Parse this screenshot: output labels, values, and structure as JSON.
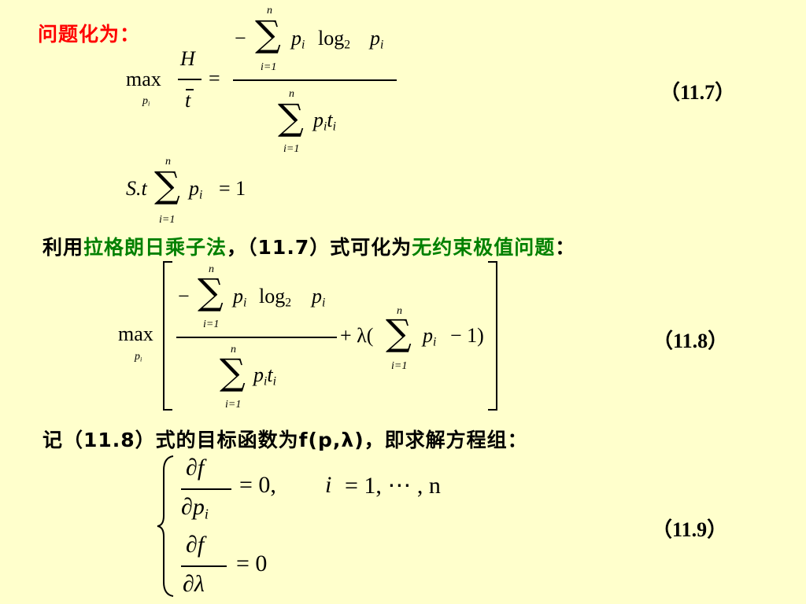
{
  "heading": "问题化为：",
  "eq1": {
    "max": "max",
    "max_sub": "p",
    "max_sub_i": "i",
    "H": "H",
    "t": "t",
    "equals": "=",
    "minus": "−",
    "sum": "∑",
    "sum_top": "n",
    "sum_bottom": "i=1",
    "p": "p",
    "i": "i",
    "log": "log",
    "log_base": "2",
    "t_var": "t",
    "number": "（11.7）"
  },
  "constraint": {
    "st": "S.t",
    "sum": "∑",
    "sum_top": "n",
    "sum_bottom": "i=1",
    "p": "p",
    "i": "i",
    "rhs": "= 1"
  },
  "line2": {
    "prefix": "利用",
    "green1": "拉格朗日乘子法",
    "middle": "，（11.7）式可化为",
    "green2": "无约束极值问题",
    "suffix": "："
  },
  "eq2": {
    "max": "max",
    "max_sub": "p",
    "max_sub_i": "i",
    "plus_lambda": "+ λ(",
    "minus_one": "− 1)",
    "number": "（11.8）"
  },
  "line3": {
    "text": "记（11.8）式的目标函数为f(p,λ)，即求解方程组："
  },
  "eq3": {
    "partial": "∂",
    "f": "f",
    "p": "p",
    "i": "i",
    "lambda": "λ",
    "rhs1": "= 0,",
    "range_i": "i",
    "range_rest": "= 1, ⋯ , n",
    "rhs2": "= 0",
    "number": "（11.9）"
  }
}
